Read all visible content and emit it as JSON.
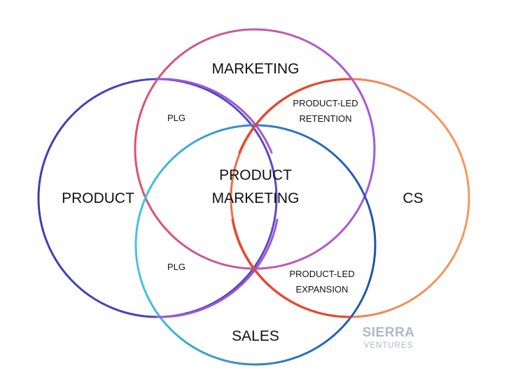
{
  "diagram": {
    "circles": {
      "product": {
        "label": "PRODUCT"
      },
      "marketing": {
        "label": "MARKETING"
      },
      "cs": {
        "label": "CS"
      },
      "sales": {
        "label": "SALES"
      }
    },
    "overlaps": {
      "plg_top": "PLG",
      "plg_bottom": "PLG",
      "retention_line1": "PRODUCT-LED",
      "retention_line2": "RETENTION",
      "expansion_line1": "PRODUCT-LED",
      "expansion_line2": "EXPANSION",
      "center_line1": "PRODUCT",
      "center_line2": "MARKETING"
    }
  },
  "logo": {
    "main": "SIERRA",
    "sub": "VENTURES"
  },
  "colors": {
    "product": "#3a3fb0",
    "plg_top_arc": "#9f57d6",
    "marketing_left": "#e0506a",
    "marketing_right": "#a057e0",
    "cs": "#f28a55",
    "retention_arc": "#e8452e",
    "sales_left": "#45c6dc",
    "sales_right": "#1a56a8",
    "plg_bottom_arc": "#9f57d6",
    "expansion_arc": "#e8452e",
    "logo": "#b0b7c6"
  }
}
